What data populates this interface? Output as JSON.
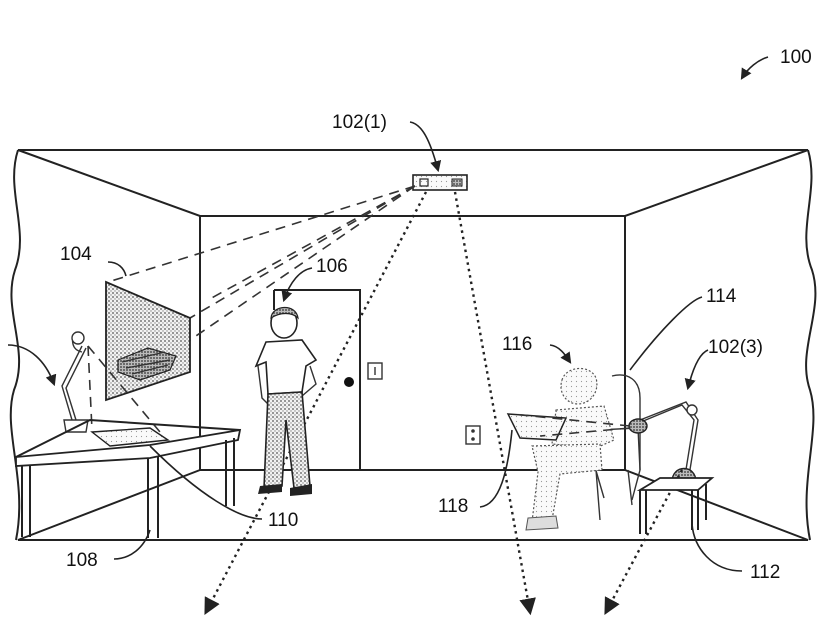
{
  "figure": {
    "reference_numeral": "100",
    "labels": {
      "projector_ceiling": "102(1)",
      "projector_lamp": "102(3)",
      "display_surface": "104",
      "user": "106",
      "table": "108",
      "table_display": "110",
      "side_table": "112",
      "chair": "114",
      "seated_user": "116",
      "handheld_display": "118"
    }
  },
  "colors": {
    "line": "#222222",
    "fill_light": "#e6e6e6",
    "fill_mid": "#c9c9c9"
  }
}
